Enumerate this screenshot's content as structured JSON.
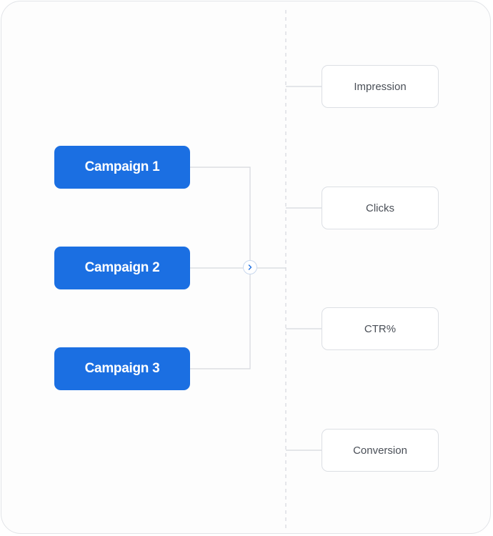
{
  "colors": {
    "campaign_fill": "#1b6fe2",
    "campaign_text": "#ffffff",
    "metric_border": "#dcdfe4",
    "metric_text": "#4a4f57",
    "connector": "#d5d8dd",
    "hub_chevron": "#1b6fe2"
  },
  "campaigns": [
    {
      "label": "Campaign 1"
    },
    {
      "label": "Campaign 2"
    },
    {
      "label": "Campaign 3"
    }
  ],
  "metrics": [
    {
      "label": "Impression"
    },
    {
      "label": "Clicks"
    },
    {
      "label": "CTR%"
    },
    {
      "label": "Conversion"
    }
  ],
  "hub": {
    "icon": "chevron-right-icon"
  }
}
